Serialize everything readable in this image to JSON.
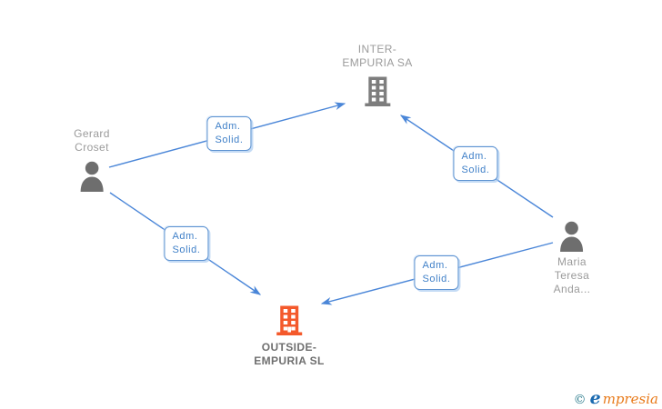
{
  "diagram": {
    "nodes": [
      {
        "id": "inter-empuria",
        "type": "company",
        "label": "INTER-\nEMPURIA SA"
      },
      {
        "id": "gerard-croset",
        "type": "person",
        "label": "Gerard\nCroset"
      },
      {
        "id": "maria-teresa",
        "type": "person",
        "label": "Maria\nTeresa\nAnda..."
      },
      {
        "id": "outside-empuria",
        "type": "company",
        "label": "OUTSIDE-\nEMPURIA SL"
      }
    ],
    "edges": [
      {
        "from": "gerard-croset",
        "to": "inter-empuria",
        "label": "Adm.\nSolid."
      },
      {
        "from": "maria-teresa",
        "to": "inter-empuria",
        "label": "Adm.\nSolid."
      },
      {
        "from": "gerard-croset",
        "to": "outside-empuria",
        "label": "Adm.\nSolid."
      },
      {
        "from": "maria-teresa",
        "to": "outside-empuria",
        "label": "Adm.\nSolid."
      }
    ],
    "colors": {
      "edge_blue": "#4a86d8",
      "label_border_blue": "#5e93d1",
      "label_text_blue": "#4080c8",
      "node_gray": "#9b9b9b",
      "icon_gray": "#7d7d7d",
      "person_gray": "#6e6e6e",
      "highlight_orange": "#f4592b"
    }
  },
  "footer": {
    "copyright": "©",
    "brand_initial": "e",
    "brand_rest": "mpresia"
  }
}
